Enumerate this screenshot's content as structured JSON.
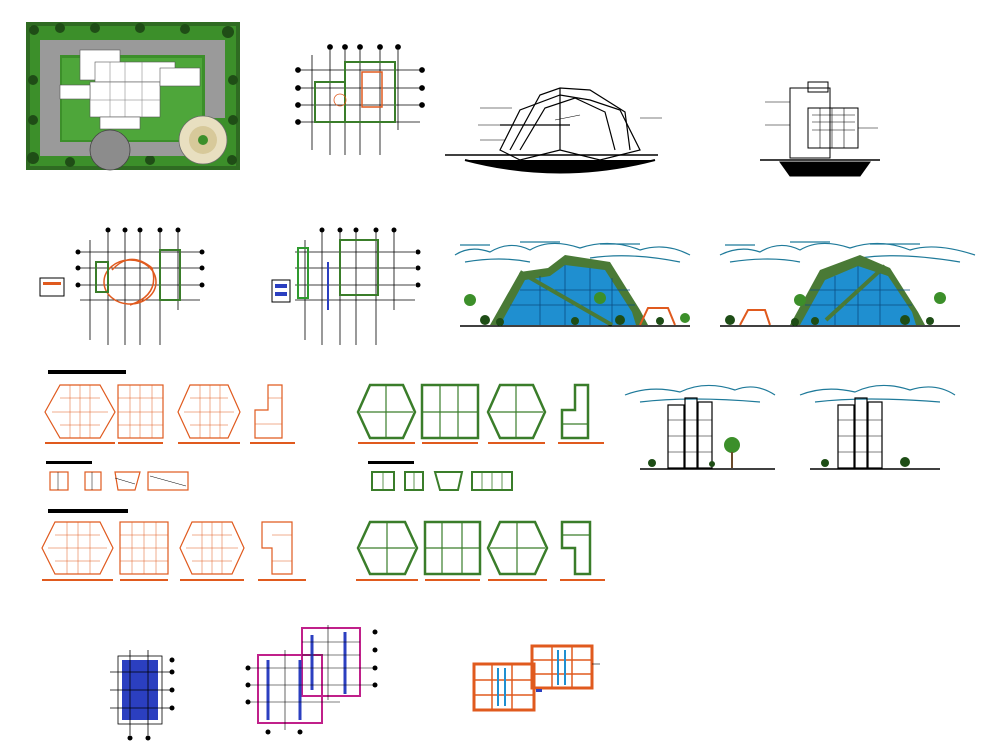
{
  "sheet": {
    "title": "",
    "palette": {
      "grid_line": "#000000",
      "structure_green": "#3a7d2a",
      "bright_green": "#2f9a2f",
      "beam_red": "#e05a1e",
      "glass_blue": "#1f8fd0",
      "sky_teal": "#1f7a9a",
      "lawn_green": "#3c8f2a",
      "paving_grey": "#9a9a9a",
      "steel_blue": "#2b3fc0",
      "magenta": "#c0208a",
      "highlight_red": "#d52b1e"
    }
  },
  "drawings": [
    {
      "id": "site-plan",
      "kind": "site plan"
    },
    {
      "id": "floor-plan-upper",
      "kind": "architectural plan"
    },
    {
      "id": "cross-section",
      "kind": "section"
    },
    {
      "id": "side-section",
      "kind": "section"
    },
    {
      "id": "foundation-plan-a",
      "kind": "structural plan"
    },
    {
      "id": "foundation-plan-b",
      "kind": "structural plan"
    },
    {
      "id": "front-elevation",
      "kind": "elevation"
    },
    {
      "id": "rear-elevation",
      "kind": "elevation"
    },
    {
      "id": "slab-layout-row-1",
      "kind": "slab reinforcement"
    },
    {
      "id": "frame-layout-row-1",
      "kind": "framing"
    },
    {
      "id": "side-elevation-a",
      "kind": "elevation"
    },
    {
      "id": "side-elevation-b",
      "kind": "elevation"
    },
    {
      "id": "beam-details-a",
      "kind": "details"
    },
    {
      "id": "beam-details-b",
      "kind": "details"
    },
    {
      "id": "slab-layout-row-2",
      "kind": "slab reinforcement"
    },
    {
      "id": "frame-layout-row-2",
      "kind": "framing"
    },
    {
      "id": "column-plan",
      "kind": "structural plan"
    },
    {
      "id": "roof-framing-plan",
      "kind": "structural plan"
    },
    {
      "id": "deck-plan",
      "kind": "structural plan"
    }
  ]
}
